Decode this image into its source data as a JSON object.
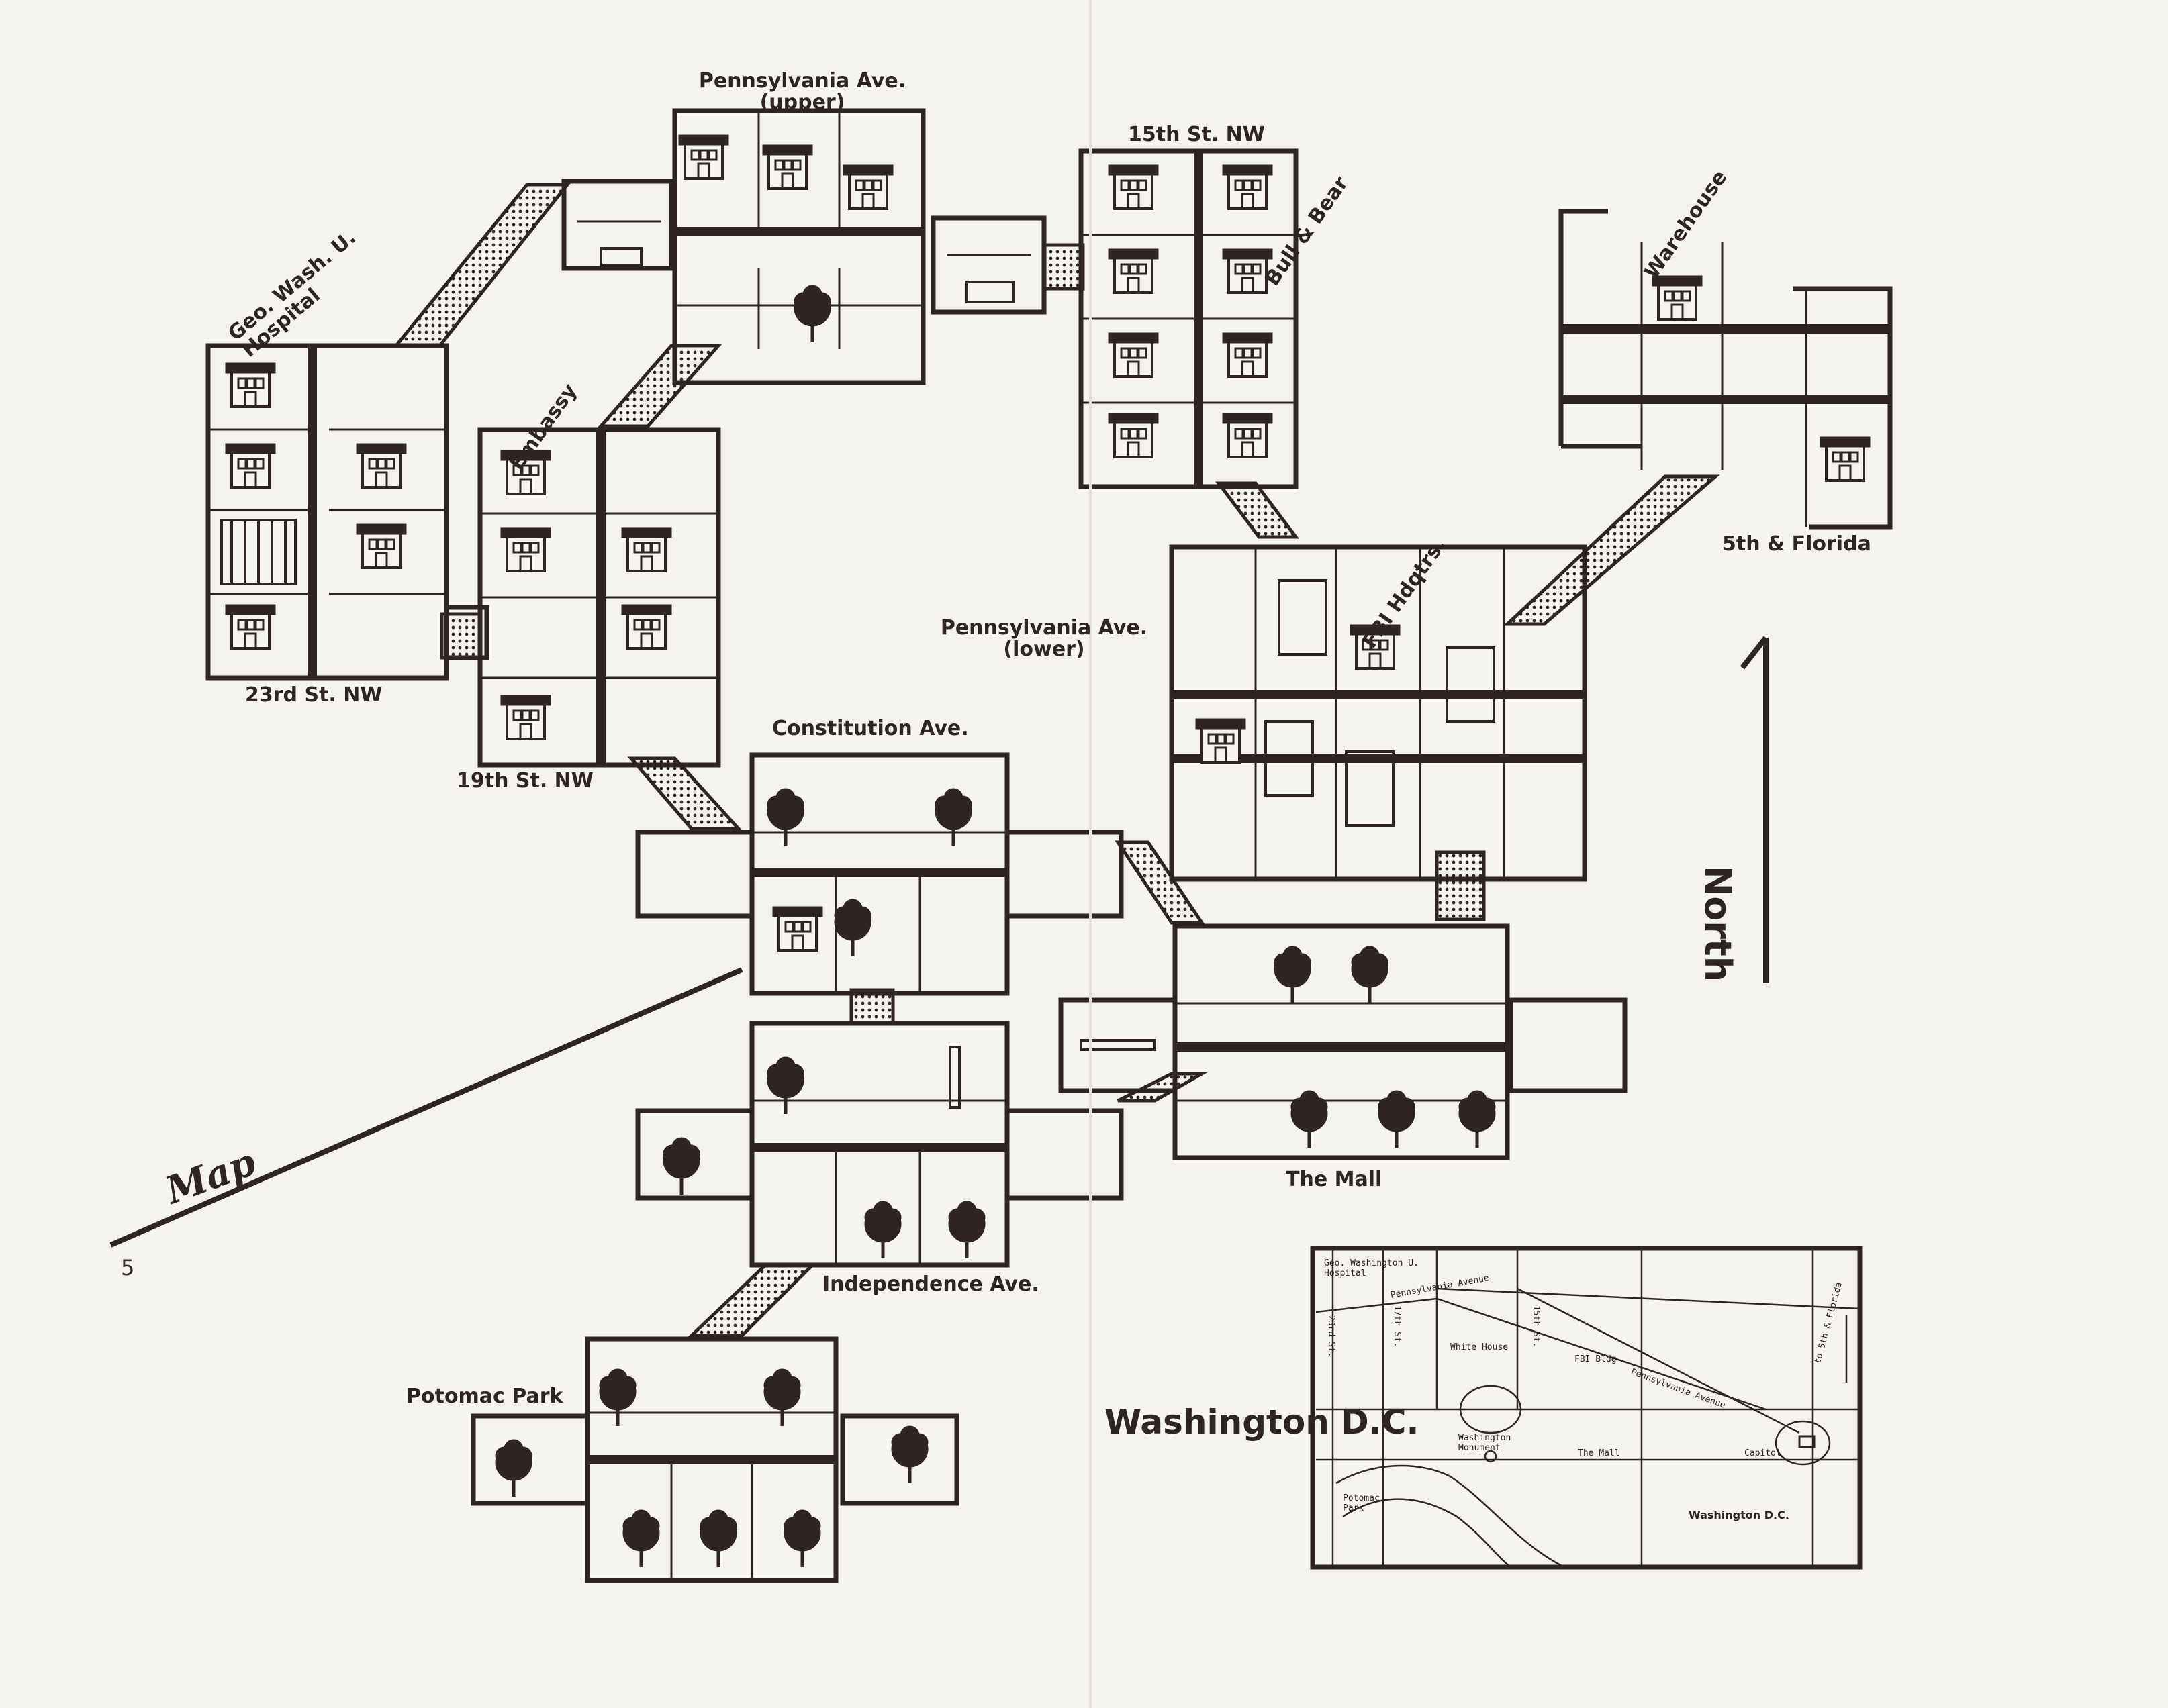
{
  "page": {
    "number": "5",
    "title_word": "Map",
    "north_label": "North"
  },
  "locations": {
    "geo_wash": "Geo. Wash. U.\nHospital",
    "penn_upper_1": "Pennsylvania Ave.",
    "penn_upper_2": "(upper)",
    "fifteenth": "15th St. NW",
    "bull_bear": "Bull & Bear",
    "warehouse": "Warehouse",
    "fifth_florida": "5th & Florida",
    "embassy": "Embassy",
    "twentythird": "23rd St. NW",
    "nineteenth": "19th St. NW",
    "penn_lower_1": "Pennsylvania Ave.",
    "penn_lower_2": "(lower)",
    "fbi": "FBI Hdqtrs.",
    "constitution": "Constitution Ave.",
    "mall": "The Mall",
    "independence": "Independence Ave.",
    "potomac": "Potomac Park"
  },
  "inset": {
    "title": "Washington D.C.",
    "labels": {
      "hospital": "Geo. Washington U.\nHospital",
      "penn_ave_top": "Pennsylvania Avenue",
      "white_house": "White House",
      "fbi_bldg": "FBI Bldg",
      "penn_ave_diag": "Pennsylvania Avenue",
      "to_florida": "to 5th & Florida",
      "monument": "Washington\nMonument",
      "mall": "The Mall",
      "capitol": "Capitol",
      "potomac": "Potomac\nPark",
      "dc_small": "Washington D.C.",
      "st23": "23rd St.",
      "st17": "17th St.",
      "st15": "15th St."
    }
  },
  "colors": {
    "ink": "#2e2522",
    "paper": "#f4f3ee",
    "dots": "#2e2522"
  }
}
